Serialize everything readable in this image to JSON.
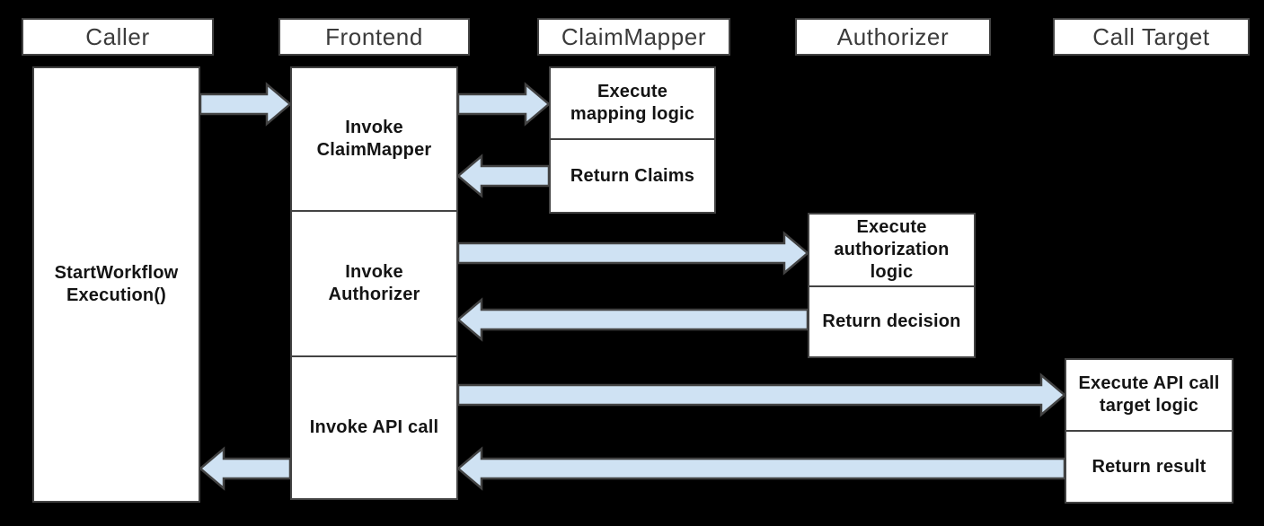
{
  "colors": {
    "background": "#000000",
    "box_fill": "#ffffff",
    "box_border": "#434343",
    "arrow_fill": "#cfe2f3",
    "arrow_outline": "#434343",
    "header_text": "#3b3b3b",
    "step_text": "#141414"
  },
  "lanes": [
    {
      "name": "Caller",
      "steps": [
        "StartWorkflow\nExecution()"
      ]
    },
    {
      "name": "Frontend",
      "steps": [
        "Invoke\nClaimMapper",
        "Invoke\nAuthorizer",
        "Invoke API call"
      ]
    },
    {
      "name": "ClaimMapper",
      "steps": [
        "Execute\nmapping logic",
        "Return Claims"
      ]
    },
    {
      "name": "Authorizer",
      "steps": [
        "Execute\nauthorization\nlogic",
        "Return decision"
      ]
    },
    {
      "name": "Call Target",
      "steps": [
        "Execute API call\ntarget logic",
        "Return result"
      ]
    }
  ],
  "flows": [
    {
      "from": "Caller",
      "to": "Frontend",
      "direction": "right"
    },
    {
      "from": "Frontend",
      "to": "ClaimMapper",
      "direction": "right"
    },
    {
      "from": "ClaimMapper",
      "to": "Frontend",
      "direction": "left"
    },
    {
      "from": "Frontend",
      "to": "Authorizer",
      "direction": "right"
    },
    {
      "from": "Authorizer",
      "to": "Frontend",
      "direction": "left"
    },
    {
      "from": "Frontend",
      "to": "Call Target",
      "direction": "right"
    },
    {
      "from": "Call Target",
      "to": "Frontend",
      "direction": "left"
    },
    {
      "from": "Frontend",
      "to": "Caller",
      "direction": "left"
    }
  ]
}
